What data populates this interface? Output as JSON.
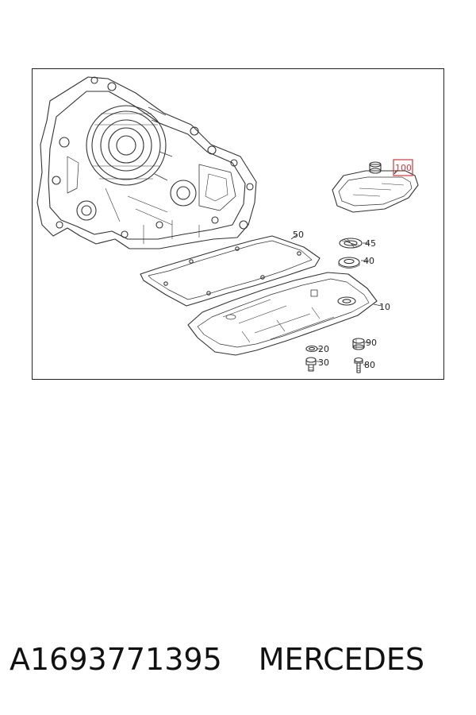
{
  "diagram": {
    "callouts": {
      "c100": "100",
      "c50": "50",
      "c45": "45",
      "c40": "40",
      "c10": "10",
      "c90": "90",
      "c20": "20",
      "c30": "30",
      "c80": "80"
    },
    "highlight_color": "#d03a3a"
  },
  "caption": {
    "part_number": "A1693771395",
    "brand": "MERCEDES"
  }
}
